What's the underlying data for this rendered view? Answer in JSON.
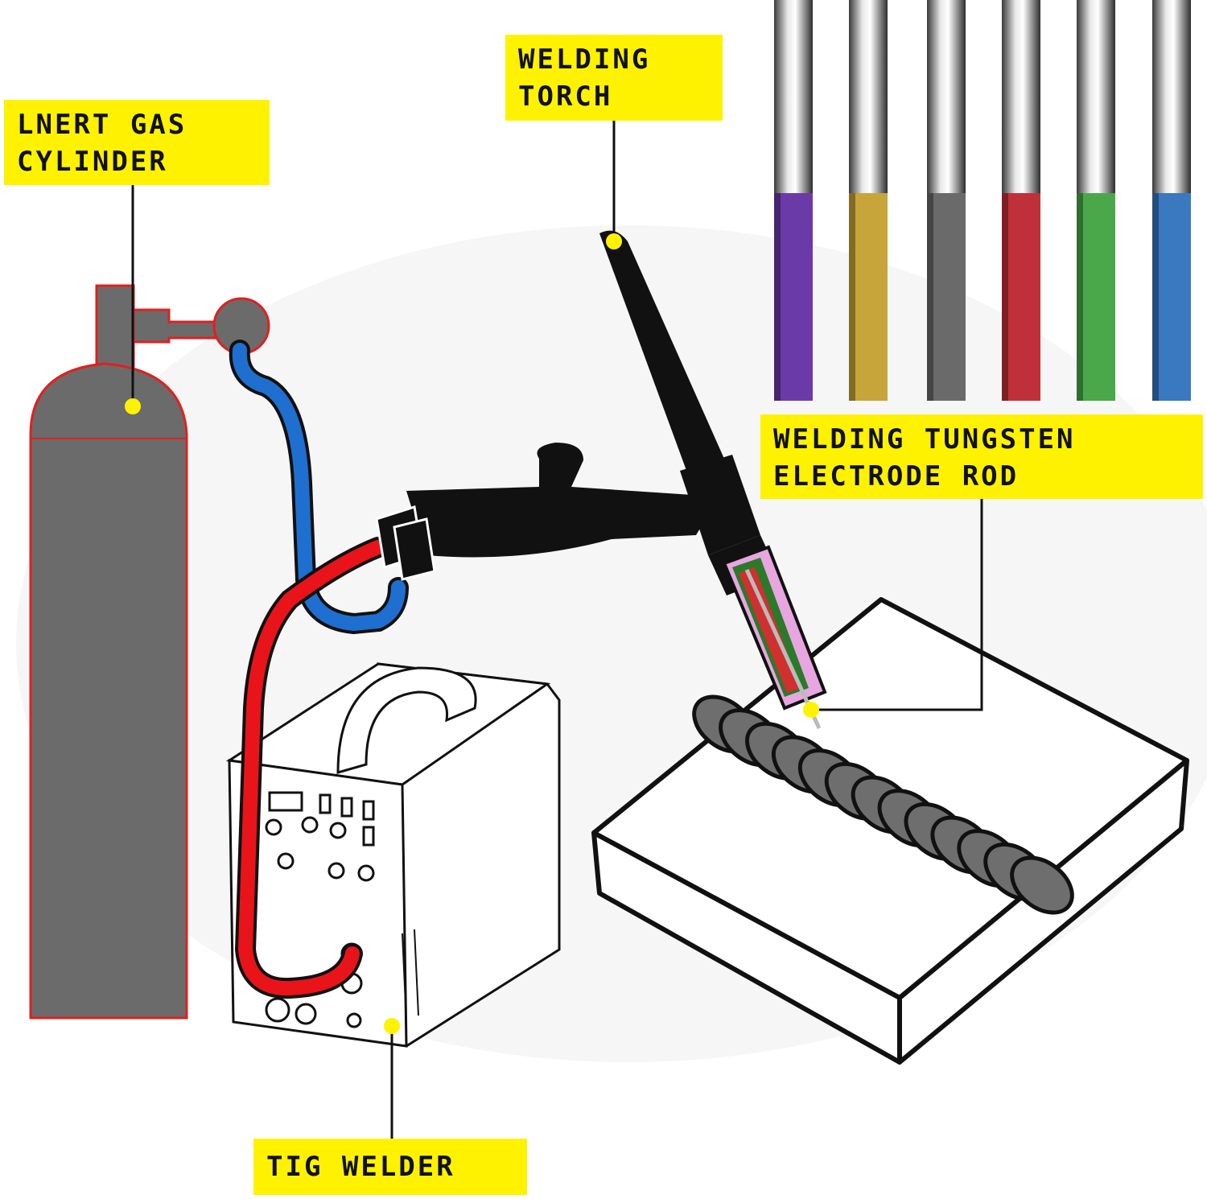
{
  "labels": {
    "gas_cylinder": {
      "line1": "Lnert gas",
      "line2": "cylinder"
    },
    "welding_torch": {
      "line1": "Welding",
      "line2": "torch"
    },
    "tungsten_rod": {
      "line1": "Welding tungsten",
      "line2": "electrode rod"
    },
    "tig_welder": {
      "line1": "TIG welder"
    }
  },
  "colors": {
    "label_bg": "#fff200",
    "cylinder_body": "#6b6b6b",
    "cylinder_outline": "#e02020",
    "gas_hose": "#1f6fd0",
    "power_cable": "#e8141a",
    "torch": "#111111",
    "weld_bead": "#6e6e6e",
    "marker_dot": "#fff200"
  },
  "electrode_rods": [
    {
      "color": "#6a3aa8",
      "icon": "purple-rod"
    },
    {
      "color": "#c8a53a",
      "icon": "gold-rod"
    },
    {
      "color": "#6a6a6a",
      "icon": "gray-rod"
    },
    {
      "color": "#c0303a",
      "icon": "red-rod"
    },
    {
      "color": "#4aa84a",
      "icon": "green-rod"
    },
    {
      "color": "#3a78c0",
      "icon": "blue-rod"
    }
  ]
}
